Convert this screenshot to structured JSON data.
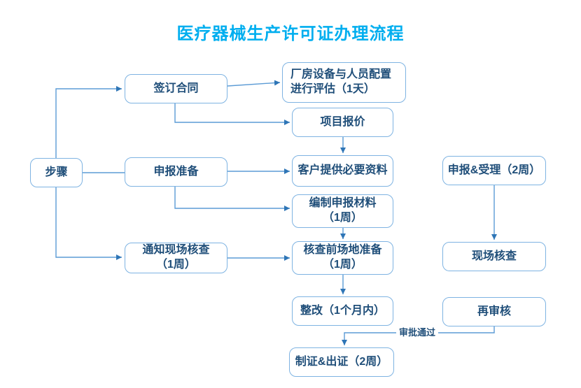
{
  "title": "医疗器械生产许可证办理流程",
  "colors": {
    "title": "#00AEEF",
    "box_border": "#7EB3E2",
    "box_text": "#1F4E79",
    "line": "#5B9BD5",
    "arrow": "#2E75B6",
    "bg": "#FFFFFF"
  },
  "nodes": {
    "steps": {
      "label": "步骤"
    },
    "sign_contract": {
      "label": "签订合同"
    },
    "declare_prep": {
      "label": "申报准备"
    },
    "notify_inspection": {
      "label": "通知现场核查\n（1周）"
    },
    "assess": {
      "label": "厂房设备与人员配置\n进行评估（1天）"
    },
    "quote": {
      "label": "项目报价"
    },
    "customer_materials": {
      "label": "客户提供必要资料"
    },
    "prepare_materials": {
      "label": "编制申报材料\n（1周）"
    },
    "site_prep": {
      "label": "核查前场地准备\n（1周）"
    },
    "rectify": {
      "label": "整改（1个月内）"
    },
    "issue_cert": {
      "label": "制证&出证（2周）"
    },
    "declare_accept": {
      "label": "申报&受理（2周）"
    },
    "onsite_inspection": {
      "label": "现场核查"
    },
    "re_review": {
      "label": "再审核"
    }
  },
  "edge_labels": {
    "approval": "审批通过"
  }
}
